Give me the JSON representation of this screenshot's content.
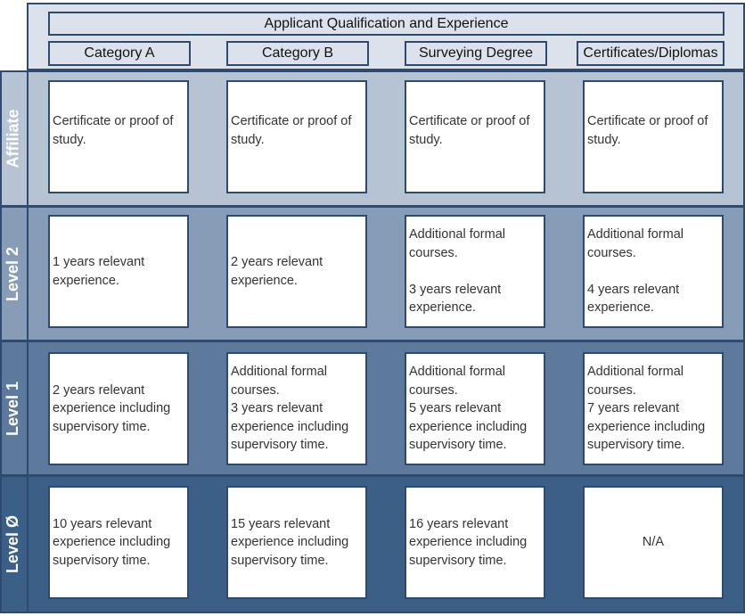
{
  "header": {
    "title": "Applicant Qualification and Experience",
    "columns": [
      "Category A",
      "Category B",
      "Surveying Degree",
      "Certificates/Diplomas"
    ]
  },
  "rows": [
    {
      "label": "Affiliate",
      "cells": [
        [
          "Certificate or proof of",
          "study."
        ],
        [
          "Certificate or proof of",
          "study."
        ],
        [
          "Certificate or proof of",
          "study."
        ],
        [
          "Certificate or proof of",
          "study."
        ]
      ]
    },
    {
      "label": "Level 2",
      "cells": [
        [
          "1 years relevant",
          "experience."
        ],
        [
          "2 years relevant",
          "experience."
        ],
        [
          "Additional formal",
          "courses.",
          "",
          "3 years relevant",
          "experience."
        ],
        [
          "Additional formal",
          "courses.",
          "",
          "4 years relevant",
          "experience."
        ]
      ]
    },
    {
      "label": "Level 1",
      "cells": [
        [
          "2 years relevant",
          "experience including",
          "supervisory time."
        ],
        [
          "Additional formal",
          "courses.",
          "3 years relevant",
          "experience including",
          "supervisory time."
        ],
        [
          "Additional formal",
          "courses.",
          "5 years relevant",
          "experience including",
          "supervisory time."
        ],
        [
          "Additional formal",
          "courses.",
          "7 years relevant",
          "experience including",
          "supervisory time."
        ]
      ]
    },
    {
      "label": "Level Ø",
      "cells": [
        [
          "10 years relevant",
          "experience including",
          "supervisory time."
        ],
        [
          "15 years relevant",
          "experience including",
          "supervisory time."
        ],
        [
          "16 years relevant",
          "experience including",
          "supervisory time."
        ],
        [
          "N/A"
        ]
      ]
    }
  ],
  "colors": {
    "border": "#2e4a6e",
    "header_fill": "#dbe2ec",
    "row_fills": [
      "#b6c3d3",
      "#879cb6",
      "#5d7a9c",
      "#3b5f87"
    ]
  }
}
